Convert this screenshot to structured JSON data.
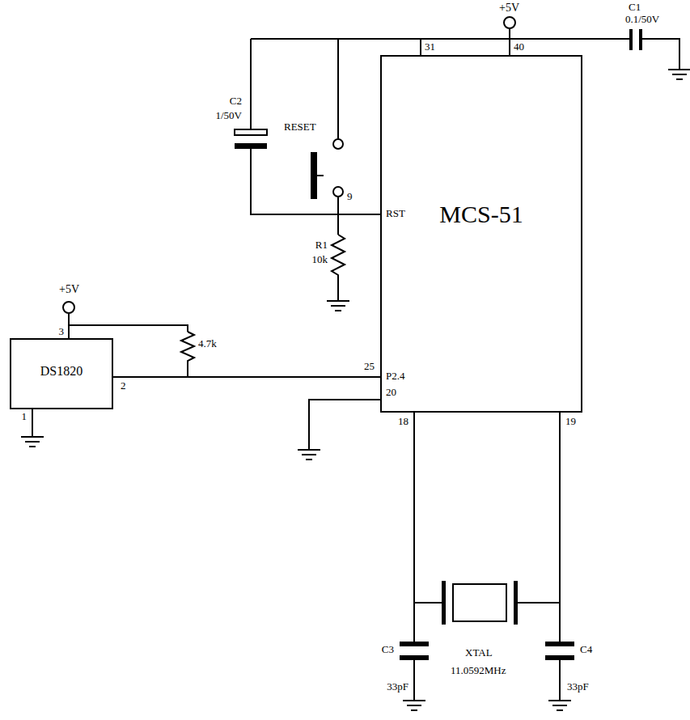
{
  "diagram": {
    "nodes": [
      {
        "text": [
          "MCS-51"
        ]
      },
      {
        "text": [
          "DS1820"
        ]
      }
    ],
    "edges": [
      {
        "from": 1,
        "to": 0,
        "arrow": "none"
      }
    ],
    "labels": [
      "+5V",
      "C1",
      "0.1/50V",
      "31",
      "40",
      "C2",
      "1/50V",
      "RESET",
      "9",
      "RST",
      "R1",
      "10k",
      "+5V",
      "4.7k",
      "3",
      "2",
      "1",
      "25",
      "P2.4",
      "20",
      "18",
      "19",
      "C3",
      "33pF",
      "XTAL",
      "11.0592MHz",
      "C4",
      "33pF"
    ]
  }
}
